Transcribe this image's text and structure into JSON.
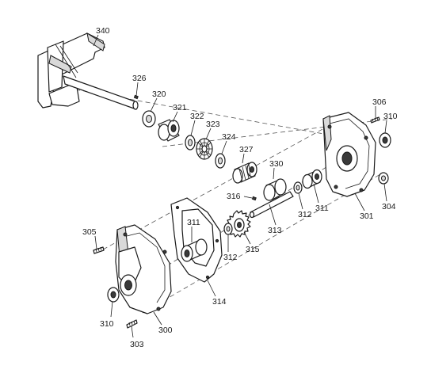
{
  "callouts": {
    "c340": "340",
    "c326": "326",
    "c320": "320",
    "c321": "321",
    "c322": "322",
    "c323": "323",
    "c324": "324",
    "c327": "327",
    "c330": "330",
    "c316": "316",
    "c313": "313",
    "c315": "315",
    "c312a": "312",
    "c312b": "312",
    "c311a": "311",
    "c311b": "311",
    "c301": "301",
    "c304": "304",
    "c306": "306",
    "c310a": "310",
    "c310b": "310",
    "c305": "305",
    "c314": "314",
    "c300": "300",
    "c303": "303"
  }
}
